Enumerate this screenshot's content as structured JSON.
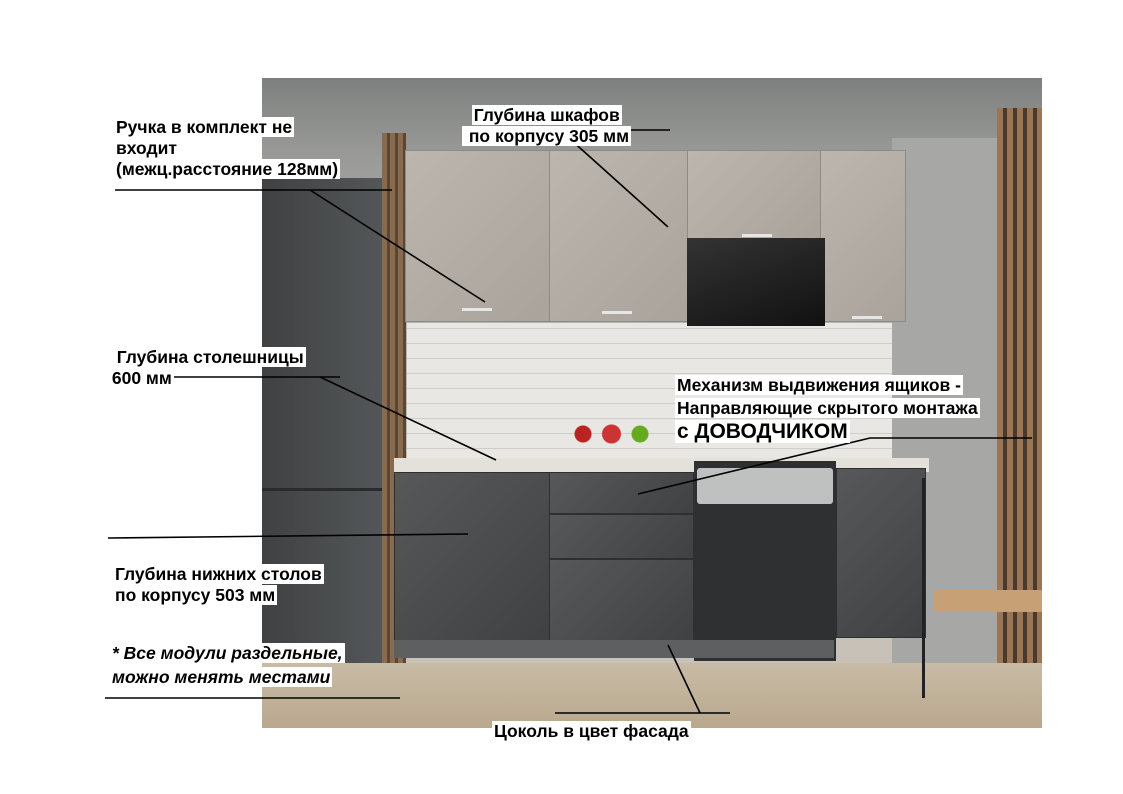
{
  "annotations": {
    "handle_note": [
      "Ручка в комплект не",
      "входит",
      "(межц.расстояние 128мм)"
    ],
    "upper_depth": [
      "Глубина шкафов",
      " по корпусу 305 мм"
    ],
    "countertop_depth": [
      "Глубина столешницы",
      " 600 мм"
    ],
    "drawer_mechanism": [
      "Механизм выдвижения ящиков -",
      "Направляющие скрытого монтажа",
      "с ДОВОДЧИКОМ"
    ],
    "lower_depth": [
      "Глубина нижних столов",
      "по корпусу 503 мм"
    ],
    "modules_note": [
      "* Все модули раздельные,",
      "можно менять местами"
    ],
    "plinth_note": "Цоколь в цвет фасада"
  },
  "colors": {
    "upper_facade": "#b3ada5",
    "lower_facade": "#4a4c4e",
    "annotation_text": "#000000"
  }
}
